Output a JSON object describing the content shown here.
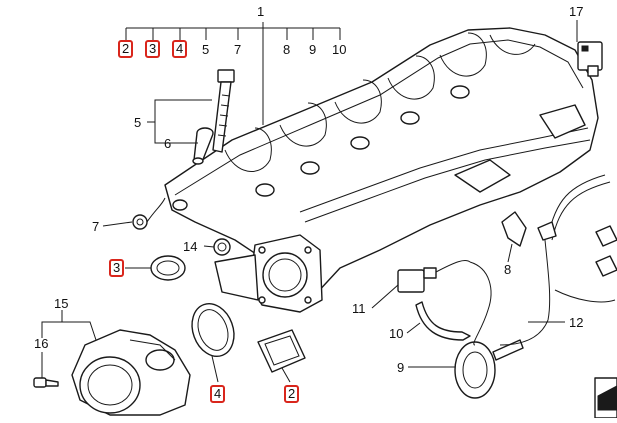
{
  "accent": "#d9261c",
  "callouts": {
    "c1": "1",
    "c2_top": "2",
    "c3_top": "3",
    "c4_top": "4",
    "c5_top": "5",
    "c7_top": "7",
    "c8_top": "8",
    "c9_top": "9",
    "c10_top": "10",
    "c17": "17",
    "c5": "5",
    "c6": "6",
    "c7": "7",
    "c14": "14",
    "c3": "3",
    "c15": "15",
    "c16": "16",
    "c4": "4",
    "c2": "2",
    "c8": "8",
    "c11": "11",
    "c10": "10",
    "c9": "9",
    "c12": "12"
  },
  "highlighted": [
    "2",
    "3",
    "4"
  ]
}
